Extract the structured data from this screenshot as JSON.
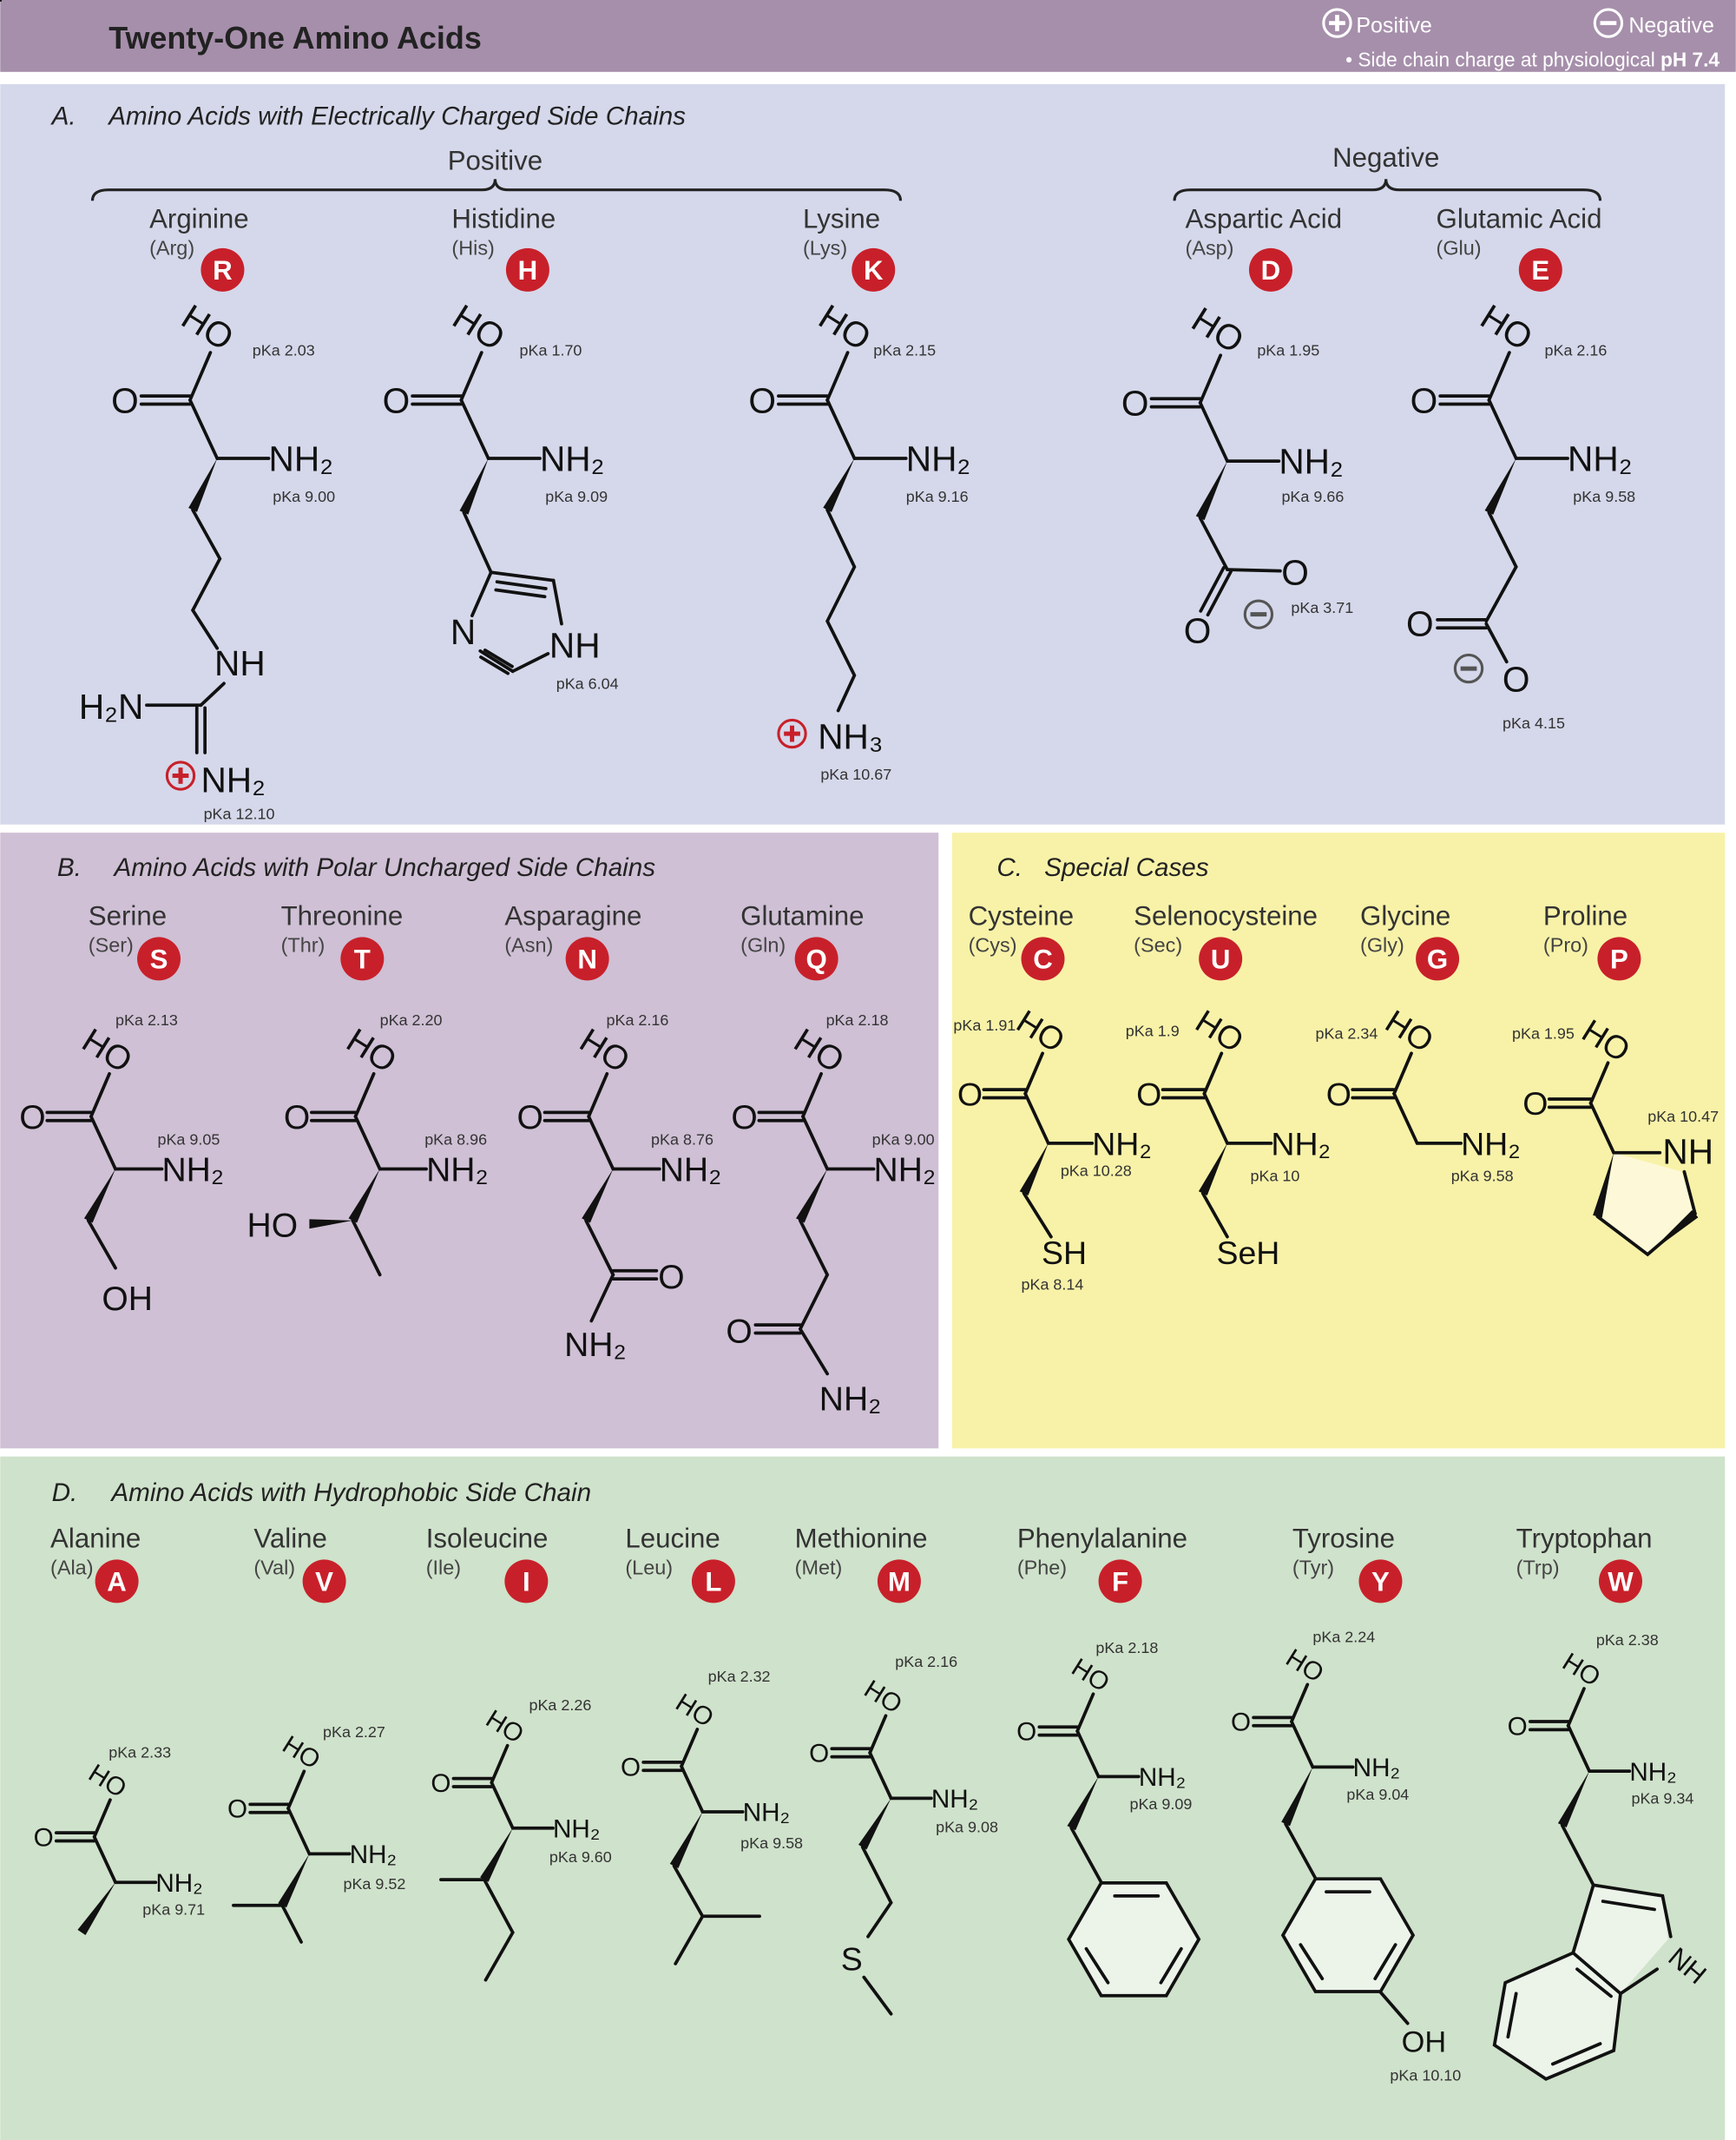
{
  "header": {
    "title": "Twenty-One Amino Acids",
    "legend_positive": "Positive",
    "legend_negative": "Negative",
    "legend_note": "• Side chain charge at physiological ",
    "legend_note_bold": "pH 7.4"
  },
  "colors": {
    "header_bg": "#a68fab",
    "section_a_bg": "#d5d8ea",
    "section_b_bg": "#cfc0d5",
    "section_c_bg": "#f8f2a8",
    "section_d_bg": "#cfe2cb",
    "letter_badge": "#c8202a",
    "positive_charge": "#c8202a",
    "negative_charge": "#555555"
  },
  "sections": {
    "a": {
      "letter": "A.",
      "title": "Amino Acids with Electrically Charged Side Chains",
      "positive": "Positive",
      "negative": "Negative"
    },
    "b": {
      "letter": "B.",
      "title": "Amino Acids with Polar Uncharged Side Chains"
    },
    "c": {
      "letter": "C.",
      "title": "Special Cases"
    },
    "d": {
      "letter": "D.",
      "title": "Amino Acids with Hydrophobic Side Chain"
    }
  },
  "backbone": {
    "hydroxyl": "HO",
    "carbonyl": "O",
    "amine": "NH₂"
  },
  "aminos": [
    {
      "name": "Arginine",
      "abbr": "(Arg)",
      "letter": "R",
      "pka": [
        "pKa 2.03",
        "pKa 9.00",
        "pKa 12.10"
      ],
      "side_labels": [
        "NH",
        "H₂N",
        "NH₂"
      ],
      "charge": "positive"
    },
    {
      "name": "Histidine",
      "abbr": "(His)",
      "letter": "H",
      "pka": [
        "pKa 1.70",
        "pKa 9.09",
        "pKa 6.04"
      ],
      "side_labels": [
        "N",
        "NH"
      ]
    },
    {
      "name": "Lysine",
      "abbr": "(Lys)",
      "letter": "K",
      "pka": [
        "pKa 2.15",
        "pKa 9.16",
        "pKa 10.67"
      ],
      "side_labels": [
        "NH₃"
      ],
      "charge": "positive"
    },
    {
      "name": "Aspartic Acid",
      "abbr": "(Asp)",
      "letter": "D",
      "pka": [
        "pKa 1.95",
        "pKa 9.66",
        "pKa 3.71"
      ],
      "side_labels": [
        "O",
        "O"
      ],
      "charge": "negative"
    },
    {
      "name": "Glutamic Acid",
      "abbr": "(Glu)",
      "letter": "E",
      "pka": [
        "pKa 2.16",
        "pKa 9.58",
        "pKa 4.15"
      ],
      "side_labels": [
        "O",
        "O"
      ],
      "charge": "negative"
    },
    {
      "name": "Serine",
      "abbr": "(Ser)",
      "letter": "S",
      "pka": [
        "pKa 2.13",
        "pKa 9.05"
      ],
      "side_labels": [
        "OH"
      ]
    },
    {
      "name": "Threonine",
      "abbr": "(Thr)",
      "letter": "T",
      "pka": [
        "pKa 2.20",
        "pKa 8.96"
      ],
      "side_labels": [
        "HO"
      ]
    },
    {
      "name": "Asparagine",
      "abbr": "(Asn)",
      "letter": "N",
      "pka": [
        "pKa 2.16",
        "pKa 8.76"
      ],
      "side_labels": [
        "O",
        "NH₂"
      ]
    },
    {
      "name": "Glutamine",
      "abbr": "(Gln)",
      "letter": "Q",
      "pka": [
        "pKa 2.18",
        "pKa 9.00"
      ],
      "side_labels": [
        "O",
        "NH₂"
      ]
    },
    {
      "name": "Cysteine",
      "abbr": "(Cys)",
      "letter": "C",
      "pka": [
        "pKa 1.91",
        "pKa 10.28",
        "pKa 8.14"
      ],
      "side_labels": [
        "SH"
      ]
    },
    {
      "name": "Selenocysteine",
      "abbr": "(Sec)",
      "letter": "U",
      "pka": [
        "pKa 1.9",
        "pKa 10"
      ],
      "side_labels": [
        "SeH"
      ]
    },
    {
      "name": "Glycine",
      "abbr": "(Gly)",
      "letter": "G",
      "pka": [
        "pKa 2.34",
        "pKa 9.58"
      ],
      "side_labels": []
    },
    {
      "name": "Proline",
      "abbr": "(Pro)",
      "letter": "P",
      "pka": [
        "pKa 1.95",
        "pKa 10.47"
      ],
      "side_labels": [
        "NH"
      ]
    },
    {
      "name": "Alanine",
      "abbr": "(Ala)",
      "letter": "A",
      "pka": [
        "pKa 2.33",
        "pKa 9.71"
      ],
      "side_labels": []
    },
    {
      "name": "Valine",
      "abbr": "(Val)",
      "letter": "V",
      "pka": [
        "pKa 2.27",
        "pKa 9.52"
      ],
      "side_labels": []
    },
    {
      "name": "Isoleucine",
      "abbr": "(Ile)",
      "letter": "I",
      "pka": [
        "pKa 2.26",
        "pKa 9.60"
      ],
      "side_labels": []
    },
    {
      "name": "Leucine",
      "abbr": "(Leu)",
      "letter": "L",
      "pka": [
        "pKa 2.32",
        "pKa 9.58"
      ],
      "side_labels": []
    },
    {
      "name": "Methionine",
      "abbr": "(Met)",
      "letter": "M",
      "pka": [
        "pKa 2.16",
        "pKa 9.08"
      ],
      "side_labels": [
        "S"
      ]
    },
    {
      "name": "Phenylalanine",
      "abbr": "(Phe)",
      "letter": "F",
      "pka": [
        "pKa 2.18",
        "pKa 9.09"
      ],
      "side_labels": []
    },
    {
      "name": "Tyrosine",
      "abbr": "(Tyr)",
      "letter": "Y",
      "pka": [
        "pKa 2.24",
        "pKa 9.04",
        "pKa 10.10"
      ],
      "side_labels": [
        "OH"
      ]
    },
    {
      "name": "Tryptophan",
      "abbr": "(Trp)",
      "letter": "W",
      "pka": [
        "pKa 2.38",
        "pKa 9.34"
      ],
      "side_labels": [
        "NH"
      ]
    }
  ]
}
